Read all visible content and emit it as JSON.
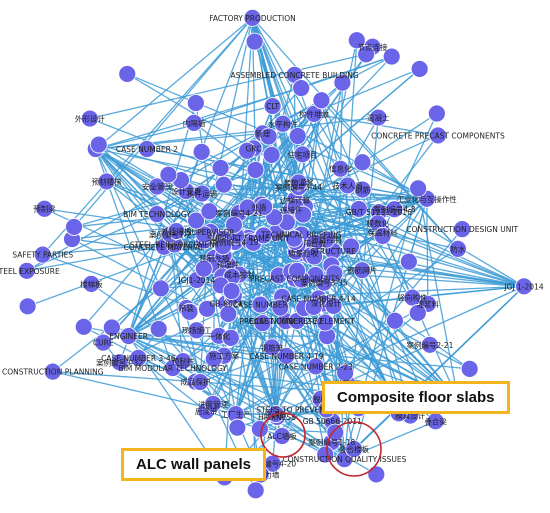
{
  "colors": {
    "node_fill": "#6a64e8",
    "node_stroke": "#ffffff",
    "edge": "#3d9bd6",
    "label": "#222222",
    "callout_border": "#f2b51c",
    "highlight_circle": "#c2262e"
  },
  "callouts": {
    "composite_floor_slabs": "Composite floor slabs",
    "alc_wall_panels": "ALC wall panels"
  },
  "highlighted_nodes": {
    "composite": "叠合楼板",
    "alc": "ALC墙板"
  },
  "node_labels": [
    "SUPPORT FRAME UNIT",
    "CASE NUMBER 2-23",
    "CONCRETE MATERIAL",
    "CASE NUMBER 2-22",
    "案例编号4-8",
    "外形设计",
    "CASE NUMBER 4-14",
    "工业化与互操作性",
    "CASE NUMBER 2",
    "PRECAST COMPONENTS",
    "ASSEMBLED CONCRETE BUILDING",
    "CONCRETE PRECAST COMPONENTS",
    "STEEL REINFORCEMENT",
    "案例编号3-32",
    "JGJ 1-2014",
    "案例编号4-21",
    "CASE NUMBER 3-46",
    "钢筋",
    "案例编号4-19",
    "案例编号4-20",
    "GB/T 51231-2016",
    "案例编号1-2",
    "CLT",
    "CONSTRUCTION PLANNING",
    "PRECAST CONCRETE ELEMENT",
    "CASE NUMBER 4-19",
    "GRC",
    "GB-8624",
    "CONSTRUCTION QUALITY ISSUES",
    "BIM TECHNOLOGY",
    "STRUCTURE",
    "STEEL EXPOSURE",
    "HICKNESS",
    "CASE NUMBER",
    "SAFETY PARTIES",
    "FACTORY PRODUCTION",
    "JGJ1-2014",
    "BIM MODULAR TECHNOLOGY",
    "CURE",
    "案例编号3-35",
    "CONSTRUCTION DESIGN UNIT",
    "GB 50666-2011",
    "边梯计算",
    "脱模",
    "技术人员",
    "TECHNICAL BRIEFING",
    "预制剪力墙",
    "ALC墙板",
    "叠合楼板",
    "ENGINEER",
    "案例编号1-18",
    "案例编号3-44",
    "住宅项目",
    "STEPS TO PREVENT COMMON ISSUES",
    "SUPERVISOR",
    "案例编号2-21",
    "管理",
    "钢筋网片",
    "预制楼梯",
    "吊装",
    "套筒灌浆",
    "后浇带",
    "铝模",
    "外墙",
    "构件堆放",
    "成品保护",
    "质量验收",
    "设计变更",
    "施工方案",
    "预埋件",
    "保温材料",
    "防水",
    "构件运输",
    "节点连接",
    "模具设计",
    "深化设计",
    "现场施工",
    "工厂生产",
    "质量控制",
    "安全管理",
    "进度管理",
    "成本控制",
    "竖向构件",
    "水平构件",
    "连接件",
    "灌浆料",
    "混凝土",
    "钢筋笼",
    "预制柱",
    "预制梁",
    "阳台板",
    "空调板",
    "楼梯板",
    "外挂墙板",
    "内隔墙",
    "叠合梁",
    "预制外墙",
    "装配率",
    "标准化",
    "模数化",
    "一体化",
    "信息化"
  ]
}
